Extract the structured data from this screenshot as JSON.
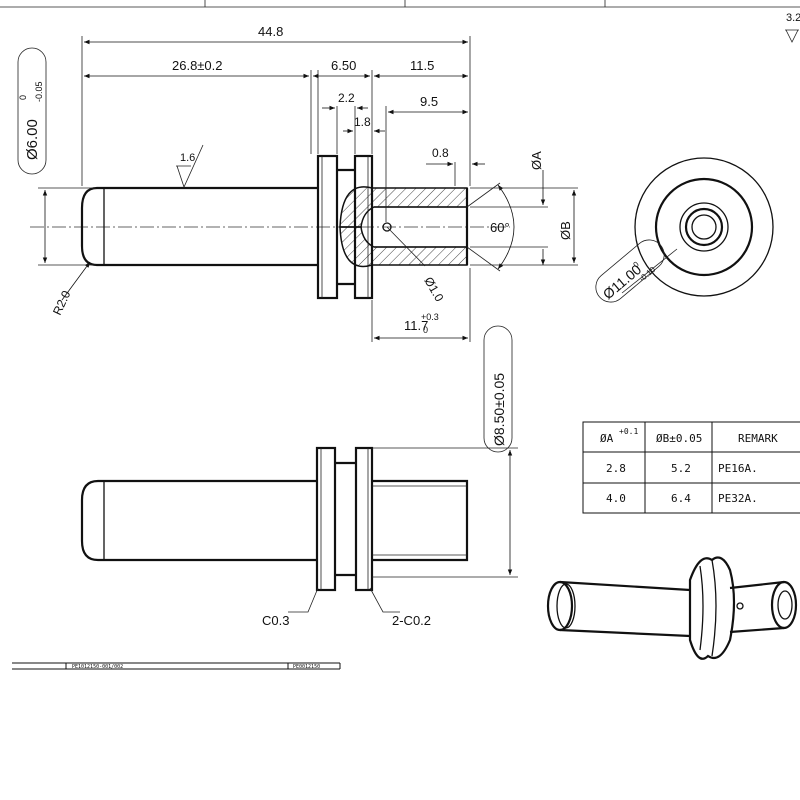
{
  "surface_roughness": {
    "general": "3.2",
    "local": "1.6"
  },
  "dimensions": {
    "overall_length": "44.8",
    "shank_length": "26.8±0.2",
    "flange_width": "6.50",
    "tube_length": "11.5",
    "groove_1": "2.2",
    "groove_2": "1.8",
    "bore_depth": "9.5",
    "chamfer_len": "0.8",
    "dia_A": "ØA",
    "dia_B": "ØB",
    "cone_angle": "60°",
    "cross_hole": "Ø1.0",
    "bore_length_main": "11.7",
    "bore_length_tol_up": "+0.3",
    "bore_length_tol_dn": "0",
    "shank_dia_main": "Ø6.00",
    "shank_dia_tol_up": "0",
    "shank_dia_tol_dn": "-0.05",
    "end_radius": "R2.0",
    "flange_dia_main": "Ø11.00",
    "flange_dia_tol_up": "0",
    "flange_dia_tol_dn": "-0.10",
    "collar_dia": "Ø8.50±0.05",
    "chamfer_a": "C0.3",
    "chamfer_b": "2-C0.2"
  },
  "table": {
    "headers": [
      "ØA",
      "ØB±0.05",
      "REMARK"
    ],
    "header_A_tol": "+0.1",
    "rows": [
      [
        "2.8",
        "5.2",
        "PE16A."
      ],
      [
        "4.0",
        "6.4",
        "PE32A."
      ]
    ]
  },
  "title_block": {
    "drawing_no": "PE1012150-001/002",
    "ref": "PE0012150"
  }
}
